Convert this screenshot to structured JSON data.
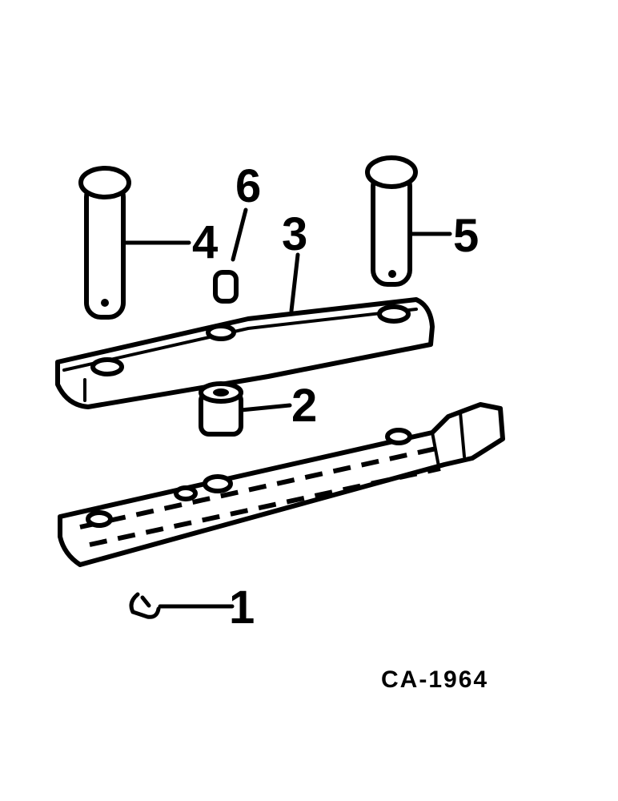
{
  "callouts": {
    "part_1": "1",
    "part_2": "2",
    "part_3": "3",
    "part_4": "4",
    "part_5": "5",
    "part_6": "6"
  },
  "drawing_code": "CA-1964",
  "colors": {
    "ink": "#000000",
    "paper": "#ffffff"
  }
}
